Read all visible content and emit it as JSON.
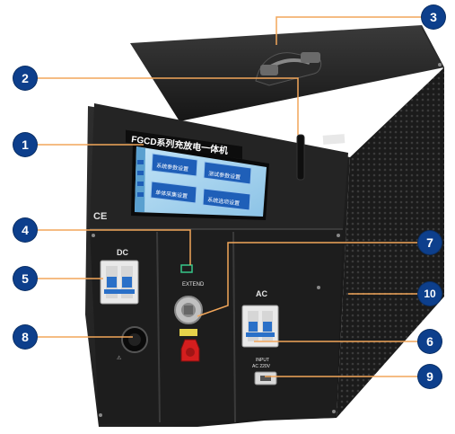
{
  "device": {
    "model_label": "FGCD系列充放电一体机",
    "ce_mark": "CE",
    "dc_label": "DC",
    "ac_label": "AC",
    "extend_label": "EXTEND",
    "input_label": "INPUT",
    "input_voltage": "AC 220V"
  },
  "screen": {
    "buttons": [
      "系统参数设置",
      "测试参数设置",
      "单体采集设置",
      "系统选项设置"
    ]
  },
  "callouts": [
    "1",
    "2",
    "3",
    "4",
    "5",
    "6",
    "7",
    "8",
    "9",
    "10"
  ],
  "colors": {
    "callout_badge": "#0d3f8c",
    "leader_line": "#f2a65a",
    "chassis": "#202020",
    "screen_background": "#9fd0ee",
    "screen_button": "#1f5fb8",
    "breaker_blue": "#2a70c8",
    "terminal_red": "#d41e1e"
  }
}
